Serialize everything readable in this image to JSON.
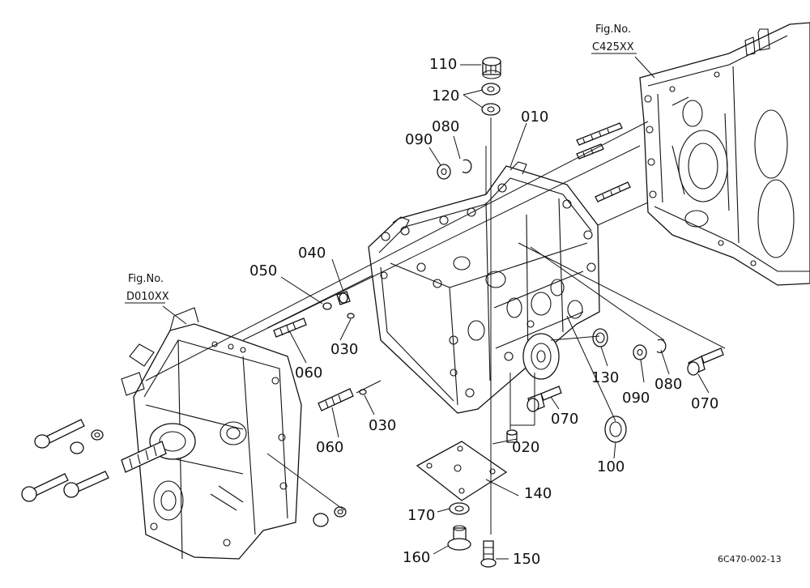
{
  "labels": {
    "p010": "010",
    "p020": "020",
    "p030a": "030",
    "p030b": "030",
    "p040": "040",
    "p050": "050",
    "p060a": "060",
    "p060b": "060",
    "p070a": "070",
    "p070b": "070",
    "p080a": "080",
    "p080b": "080",
    "p090a": "090",
    "p090b": "090",
    "p100": "100",
    "p110": "110",
    "p120": "120",
    "p130": "130",
    "p140": "140",
    "p150": "150",
    "p160": "160",
    "p170": "170"
  },
  "refs": {
    "right_fig": "Fig.No.",
    "right_code": "C425XX",
    "left_fig": "Fig.No.",
    "left_code": "D010XX"
  },
  "drawing_code": "6C470-002-13"
}
